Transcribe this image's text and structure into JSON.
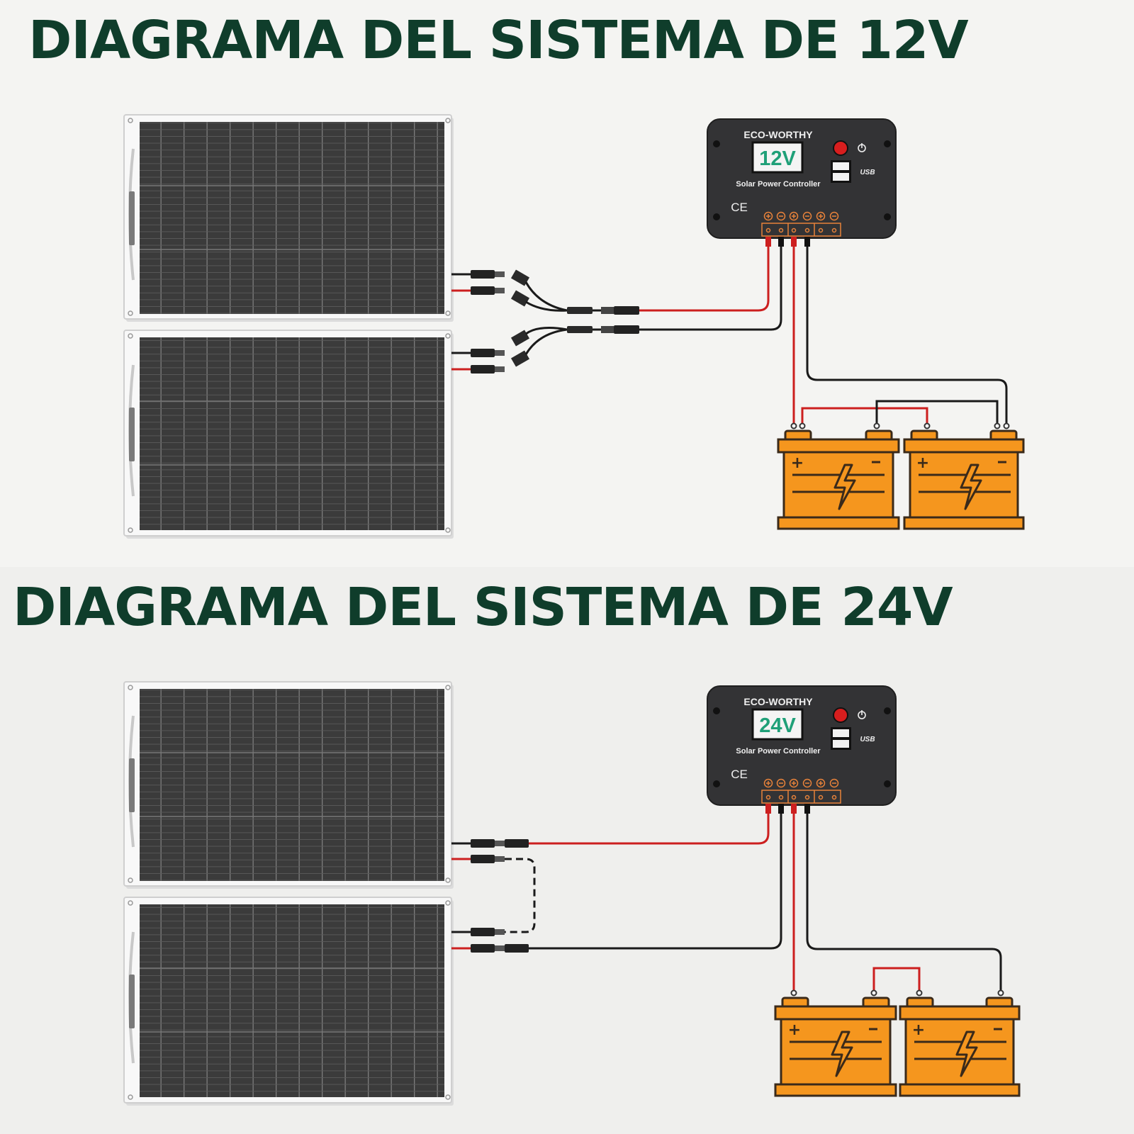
{
  "diagrams": [
    {
      "id": "12v",
      "title": "DIAGRAMA DEL SISTEMA DE 12V",
      "controller": {
        "brand": "ECO-WORTHY",
        "voltage": "12V",
        "label": "Solar Power Controller",
        "ce_mark": "CE",
        "usb_label": "USB"
      },
      "panels": 2,
      "batteries": 2,
      "panel_wiring": "parallel",
      "battery_wiring": "parallel"
    },
    {
      "id": "24v",
      "title": "DIAGRAMA DEL SISTEMA DE 24V",
      "controller": {
        "brand": "ECO-WORTHY",
        "voltage": "24V",
        "label": "Solar Power Controller",
        "ce_mark": "CE",
        "usb_label": "USB"
      },
      "panels": 2,
      "batteries": 2,
      "panel_wiring": "series",
      "battery_wiring": "series"
    }
  ],
  "colors": {
    "title": "#0f3d2b",
    "wire_positive": "#cc1f1f",
    "wire_negative": "#1a1a1a",
    "battery_fill": "#f5961e",
    "battery_stroke": "#3a2a1a",
    "controller_body": "#333335",
    "display_text": "#1fa078",
    "terminal_orange": "#e7823a",
    "panel_cell": "#3c3c3c",
    "panel_frame": "#f7f7f7"
  },
  "icons": [
    "solar-panel-icon",
    "charge-controller-icon",
    "battery-icon",
    "lightning-bolt-icon",
    "power-icon",
    "usb-port-icon",
    "mc4-connector-icon",
    "y-branch-connector-icon"
  ]
}
